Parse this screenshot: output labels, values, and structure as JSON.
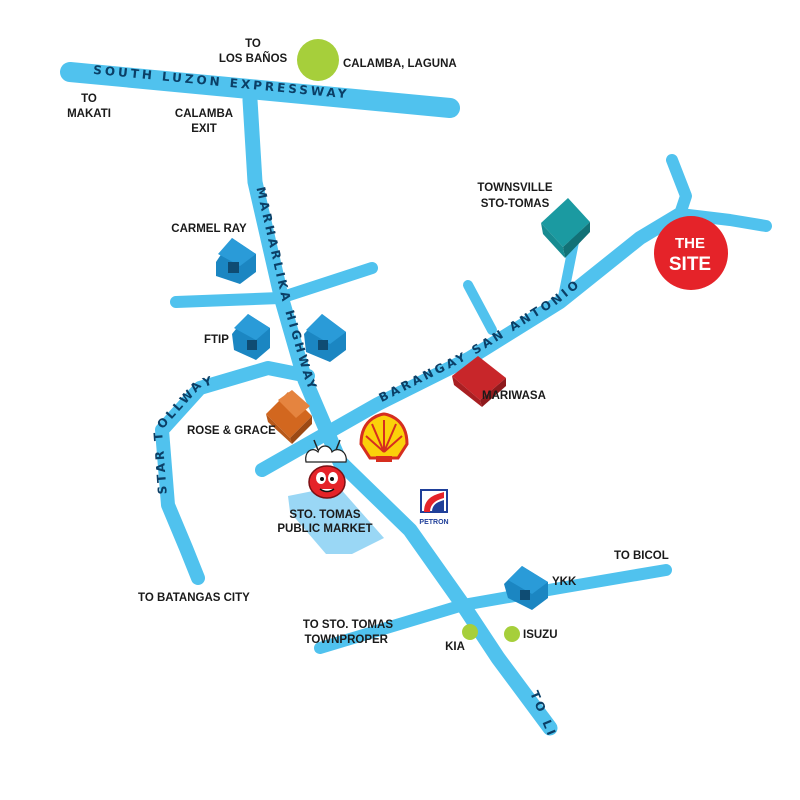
{
  "colors": {
    "road": "#50c2ee",
    "road_label": "#0b3f66",
    "site": "#e52329",
    "green_marker": "#a6cf3b",
    "building_blue": "#1b86c2",
    "building_teal": "#1b9aa1",
    "building_red": "#c8262a",
    "building_orange": "#d2671f",
    "market": "#8fd3f4"
  },
  "roads": {
    "slex": "SOUTH LUZON EXPRESSWAY",
    "highway": "MARHARLIKA HIGHWAY",
    "star": "STAR TOLLWAY",
    "brgy": "BARANGAY SAN ANTONIO",
    "to_lipa": "TO LIPA"
  },
  "labels": {
    "to_los_banos": [
      "TO",
      "LOS BAÑOS"
    ],
    "calamba_laguna": "CALAMBA, LAGUNA",
    "to_makati": [
      "TO",
      "MAKATI"
    ],
    "calamba_exit": [
      "CALAMBA",
      "EXIT"
    ],
    "townsville": [
      "TOWNSVILLE",
      "STO-TOMAS"
    ],
    "carmel_ray": "CARMEL RAY",
    "ftip": "FTIP",
    "mariwasa": "MARIWASA",
    "rose_grace": "ROSE & GRACE",
    "public_market": [
      "STO. TOMAS",
      "PUBLIC MARKET"
    ],
    "to_batangas": "TO BATANGAS CITY",
    "to_bicol": "TO BICOL",
    "ykk": "YKK",
    "to_townproper": [
      "TO STO. TOMAS",
      "TOWNPROPER"
    ],
    "kia": "KIA",
    "isuzu": "ISUZU"
  },
  "site": [
    "THE",
    "SITE"
  ],
  "petron": "PETRON",
  "icons": [
    "shell-logo-icon",
    "jollibee-mascot-icon",
    "petron-logo-icon",
    "site-marker-icon"
  ]
}
